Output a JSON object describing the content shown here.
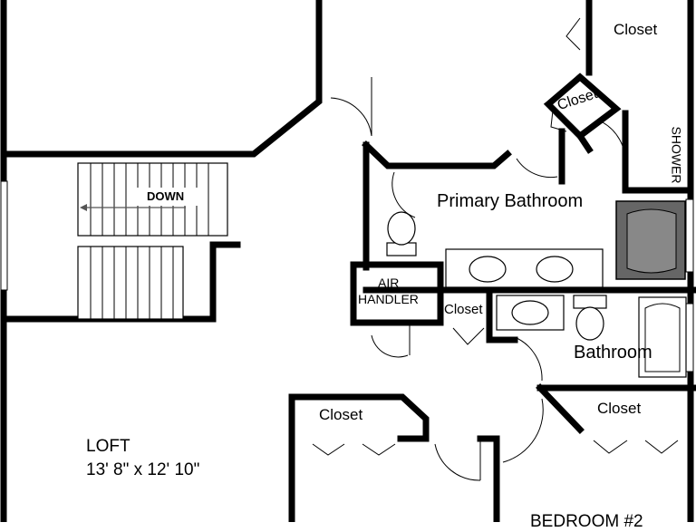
{
  "rooms": {
    "closet_top_right": "Closet",
    "closet_diagonal": "Closet",
    "shower": "SHOWER",
    "primary_bathroom": "Primary Bathroom",
    "stairs_down": "DOWN",
    "air_handler_line1": "AIR",
    "air_handler_line2": "HANDLER",
    "closet_middle": "Closet",
    "bathroom": "Bathroom",
    "closet_bottom_left": "Closet",
    "closet_bottom_right": "Closet",
    "loft_name": "LOFT",
    "loft_size": "13' 8\" x 12' 10\"",
    "bedroom": "BEDROOM #2"
  }
}
